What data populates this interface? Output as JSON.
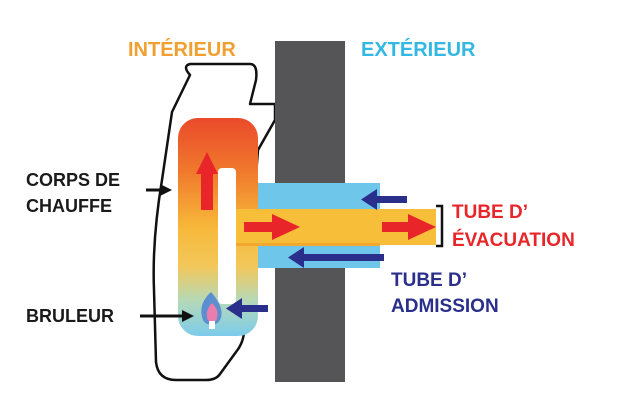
{
  "headers": {
    "interior": "INTÉRIEUR",
    "exterior": "EXTÉRIEUR"
  },
  "labels": {
    "heat_body_line1": "CORPS DE",
    "heat_body_line2": "CHAUFFE",
    "burner": "BRULEUR",
    "exhaust_line1": "TUBE D’",
    "exhaust_line2": "ÉVACUATION",
    "intake_line1": "TUBE D’",
    "intake_line2": "ADMISSION"
  },
  "colors": {
    "interior_header": "#f0a030",
    "exterior_header": "#33b7e3",
    "wall": "#555557",
    "intake_air": "#6ec6ea",
    "exhaust_pipe": "#f7be3a",
    "hot_arrow": "#e8262a",
    "cold_arrow": "#2b2f8c",
    "exhaust_text": "#e8262a",
    "intake_text": "#2b2f8c",
    "dark_text": "#1a1a1a"
  },
  "icons": {
    "flame": "flame-icon"
  }
}
